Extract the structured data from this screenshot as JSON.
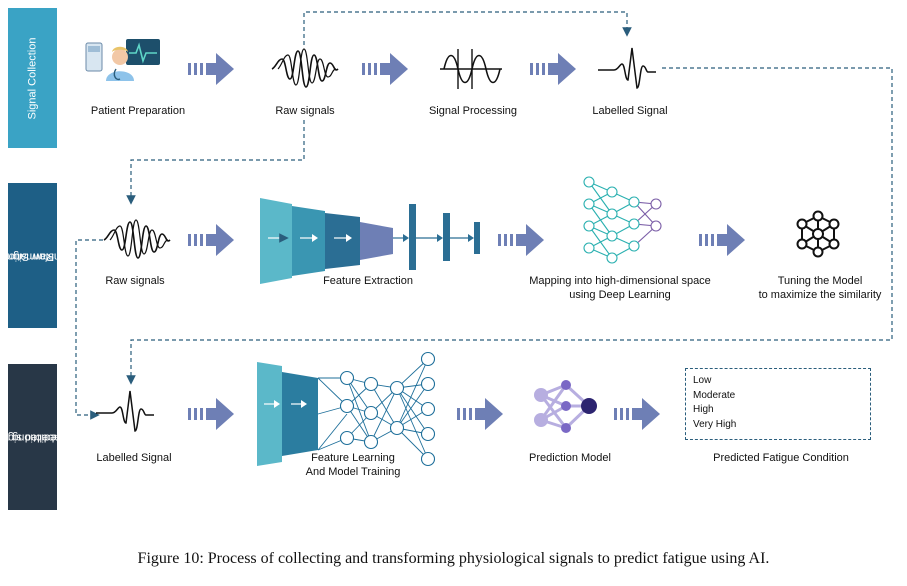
{
  "sections": {
    "signal_collection": "Signal Collection",
    "raw_signal_transformation_line1": "Raw Signal",
    "raw_signal_transformation_line2": "Transformation",
    "labelled_predicting_line1": "Labelled  signal's",
    "labelled_predicting_line2": "predictiong"
  },
  "row1": {
    "patient_preparation": "Patient Preparation",
    "raw_signals": "Raw signals",
    "signal_processing": "Signal Processing",
    "labelled_signal": "Labelled Signal"
  },
  "row2": {
    "raw_signals": "Raw signals",
    "feature_extraction": "Feature Extraction",
    "mapping_line1": "Mapping into high-dimensional space",
    "mapping_line2": "using Deep Learning",
    "tuning_line1": "Tuning the Model",
    "tuning_line2": "to maximize the similarity"
  },
  "row3": {
    "labelled_signal": "Labelled Signal",
    "feature_learning_line1": "Feature Learning",
    "feature_learning_line2": "And Model Training",
    "prediction_model": "Prediction Model",
    "predicted_fatigue": "Predicted Fatigue Condition",
    "fatigue_levels": [
      "Low",
      "Moderate",
      "High",
      "Very High"
    ]
  },
  "caption": "Figure 10: Process of collecting and transforming physiological signals to predict fatigue using AI.",
  "colors": {
    "band1": "#3aa3c5",
    "band2": "#1e5f86",
    "band3": "#283747",
    "arrow": "#6e7fb5",
    "connector": "#2a5d7c"
  }
}
